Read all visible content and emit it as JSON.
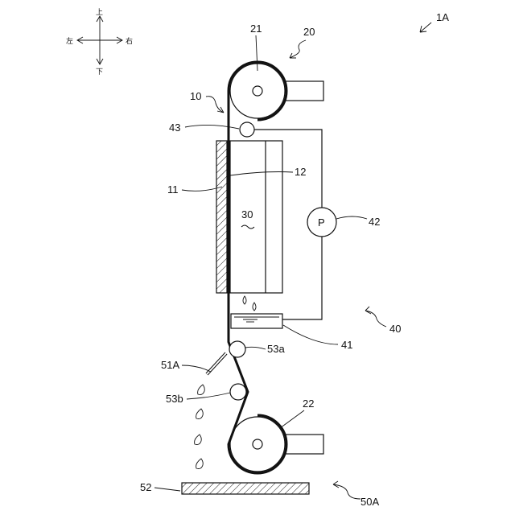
{
  "directions": {
    "up": "上",
    "down": "下",
    "left": "左",
    "right": "右"
  },
  "labels": {
    "ref_1A": "1A",
    "ref_10": "10",
    "ref_11": "11",
    "ref_12": "12",
    "ref_20": "20",
    "ref_21": "21",
    "ref_22": "22",
    "ref_30": "30",
    "ref_40": "40",
    "ref_41": "41",
    "ref_42": "42",
    "ref_43": "43",
    "ref_51A": "51A",
    "ref_52": "52",
    "ref_53a": "53a",
    "ref_53b": "53b",
    "ref_50A": "50A",
    "pump_symbol": "P"
  }
}
